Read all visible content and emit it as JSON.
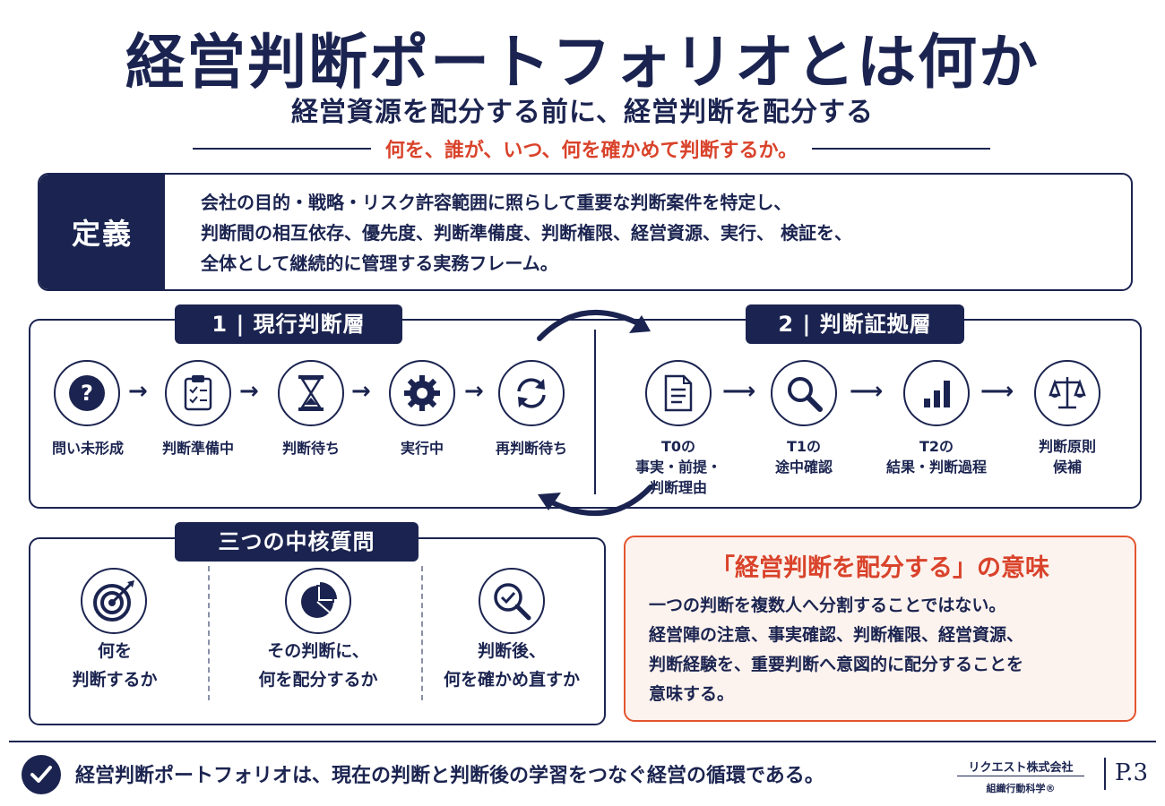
{
  "header": {
    "title": "経営判断ポートフォリオとは何か",
    "subtitle": "経営資源を配分する前に、経営判断を配分する",
    "tagline": "何を、誰が、いつ、何を確かめて判断するか。"
  },
  "definition": {
    "label": "定義",
    "lines": [
      "会社の目的・戦略・リスク許容範囲に照らして重要な判断案件を特定し、",
      "判断間の相互依存、優先度、判断準備度、判断権限、経営資源、実行、 検証を、",
      "全体として継続的に管理する実務フレーム。"
    ]
  },
  "layer1": {
    "header": "1 | 現行判断層",
    "steps": [
      {
        "label": "問い未形成",
        "icon": "question-icon"
      },
      {
        "label": "判断準備中",
        "icon": "clipboard-icon"
      },
      {
        "label": "判断待ち",
        "icon": "hourglass-icon"
      },
      {
        "label": "実行中",
        "icon": "gear-icon"
      },
      {
        "label": "再判断待ち",
        "icon": "refresh-icon"
      }
    ]
  },
  "layer2": {
    "header": "2 | 判断証拠層",
    "steps": [
      {
        "line1": "T0の",
        "line2": "事実・前提・",
        "line3": "判断理由",
        "icon": "document-icon"
      },
      {
        "line1": "T1の",
        "line2": "途中確認",
        "line3": "",
        "icon": "magnifier-icon"
      },
      {
        "line1": "T2の",
        "line2": "結果・判断過程",
        "line3": "",
        "icon": "bar-chart-icon"
      },
      {
        "line1": "判断原則",
        "line2": "候補",
        "line3": "",
        "icon": "scales-icon"
      }
    ]
  },
  "questions": {
    "header": "三つの中核質問",
    "items": [
      {
        "line1": "何を",
        "line2": "判断するか",
        "icon": "target-icon"
      },
      {
        "line1": "その判断に、",
        "line2": "何を配分するか",
        "icon": "pie-chart-icon"
      },
      {
        "line1": "判断後、",
        "line2": "何を確かめ直すか",
        "icon": "check-magnifier-icon"
      }
    ]
  },
  "meaning": {
    "title": "「経営判断を配分する」の意味",
    "lines": [
      "一つの判断を複数人へ分割することではない。",
      "経営陣の注意、事実確認、判断権限、経営資源、",
      "判断経験を、重要判断へ意図的に配分することを",
      "意味する。"
    ]
  },
  "footer": {
    "statement": "経営判断ポートフォリオは、現在の判断と判断後の学習をつなぐ経営の循環である。",
    "company": "リクエスト株式会社",
    "company_sub": "組織行動科学®",
    "page": "P.3"
  },
  "colors": {
    "navy": "#1b2450",
    "accent": "#d9432b",
    "meaning_bg": "#fdf3ee"
  }
}
